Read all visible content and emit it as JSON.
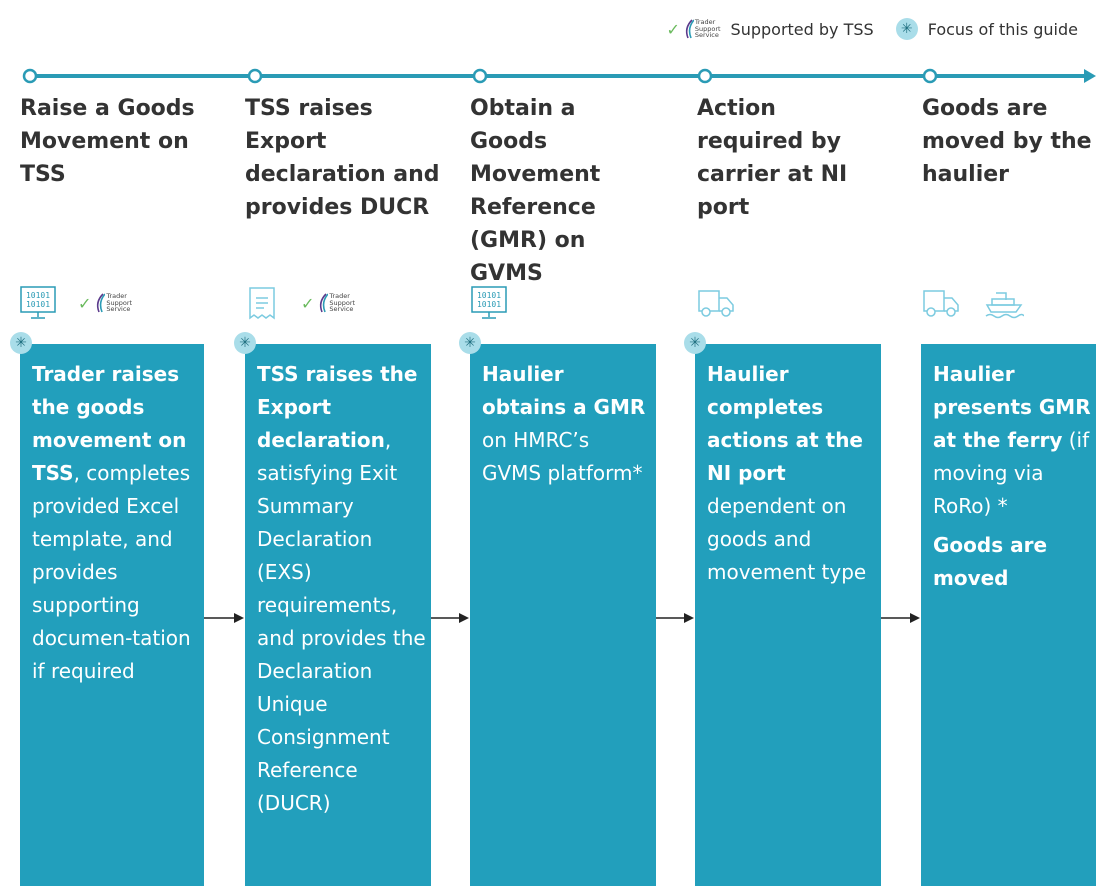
{
  "legend": {
    "supported_label": "Supported by TSS",
    "focus_label": "Focus of this guide",
    "logo_text": [
      "Trader",
      "Support",
      "Service"
    ],
    "focus_symbol": "✳"
  },
  "colors": {
    "panel": "#229fbc",
    "timeline": "#2a9bb5",
    "focus_dot": "#a9dde9",
    "check": "#6aba5d"
  },
  "steps": [
    {
      "title": "Raise a Goods Movement  on TSS",
      "icons": [
        "computer-binary-icon",
        "tss-logo"
      ],
      "focus": true,
      "body": [
        [
          "Trader raises the goods movement on TSS",
          true
        ],
        [
          ", completes provided Excel template, and provides supporting documen-tation if required",
          false
        ]
      ]
    },
    {
      "title": "TSS raises Export declaration and provides DUCR",
      "icons": [
        "receipt-icon",
        "tss-logo"
      ],
      "focus": true,
      "body": [
        [
          "TSS raises the Export declaration",
          true
        ],
        [
          ", satisfying Exit Summary Declaration (EXS) requirements, and provides the Declaration Unique Consignment Reference (DUCR)",
          false
        ]
      ]
    },
    {
      "title": "Obtain a Goods Movement Reference (GMR) on GVMS",
      "icons": [
        "computer-binary-icon"
      ],
      "focus": true,
      "body": [
        [
          "Haulier obtains a GMR",
          true
        ],
        [
          " on HMRC’s GVMS platform*",
          false
        ]
      ]
    },
    {
      "title": "Action required by carrier at NI port",
      "icons": [
        "truck-icon"
      ],
      "focus": true,
      "body": [
        [
          "Haulier completes actions at the NI port",
          true
        ],
        [
          " dependent on goods and movement type",
          false
        ]
      ]
    },
    {
      "title": "Goods are moved by the haulier",
      "icons": [
        "truck-icon",
        "ferry-icon"
      ],
      "focus": false,
      "body": [
        [
          "Haulier presents GMR at the ferry",
          true
        ],
        [
          " (if moving via RoRo) *",
          false
        ]
      ],
      "body2": "Goods are moved"
    }
  ]
}
